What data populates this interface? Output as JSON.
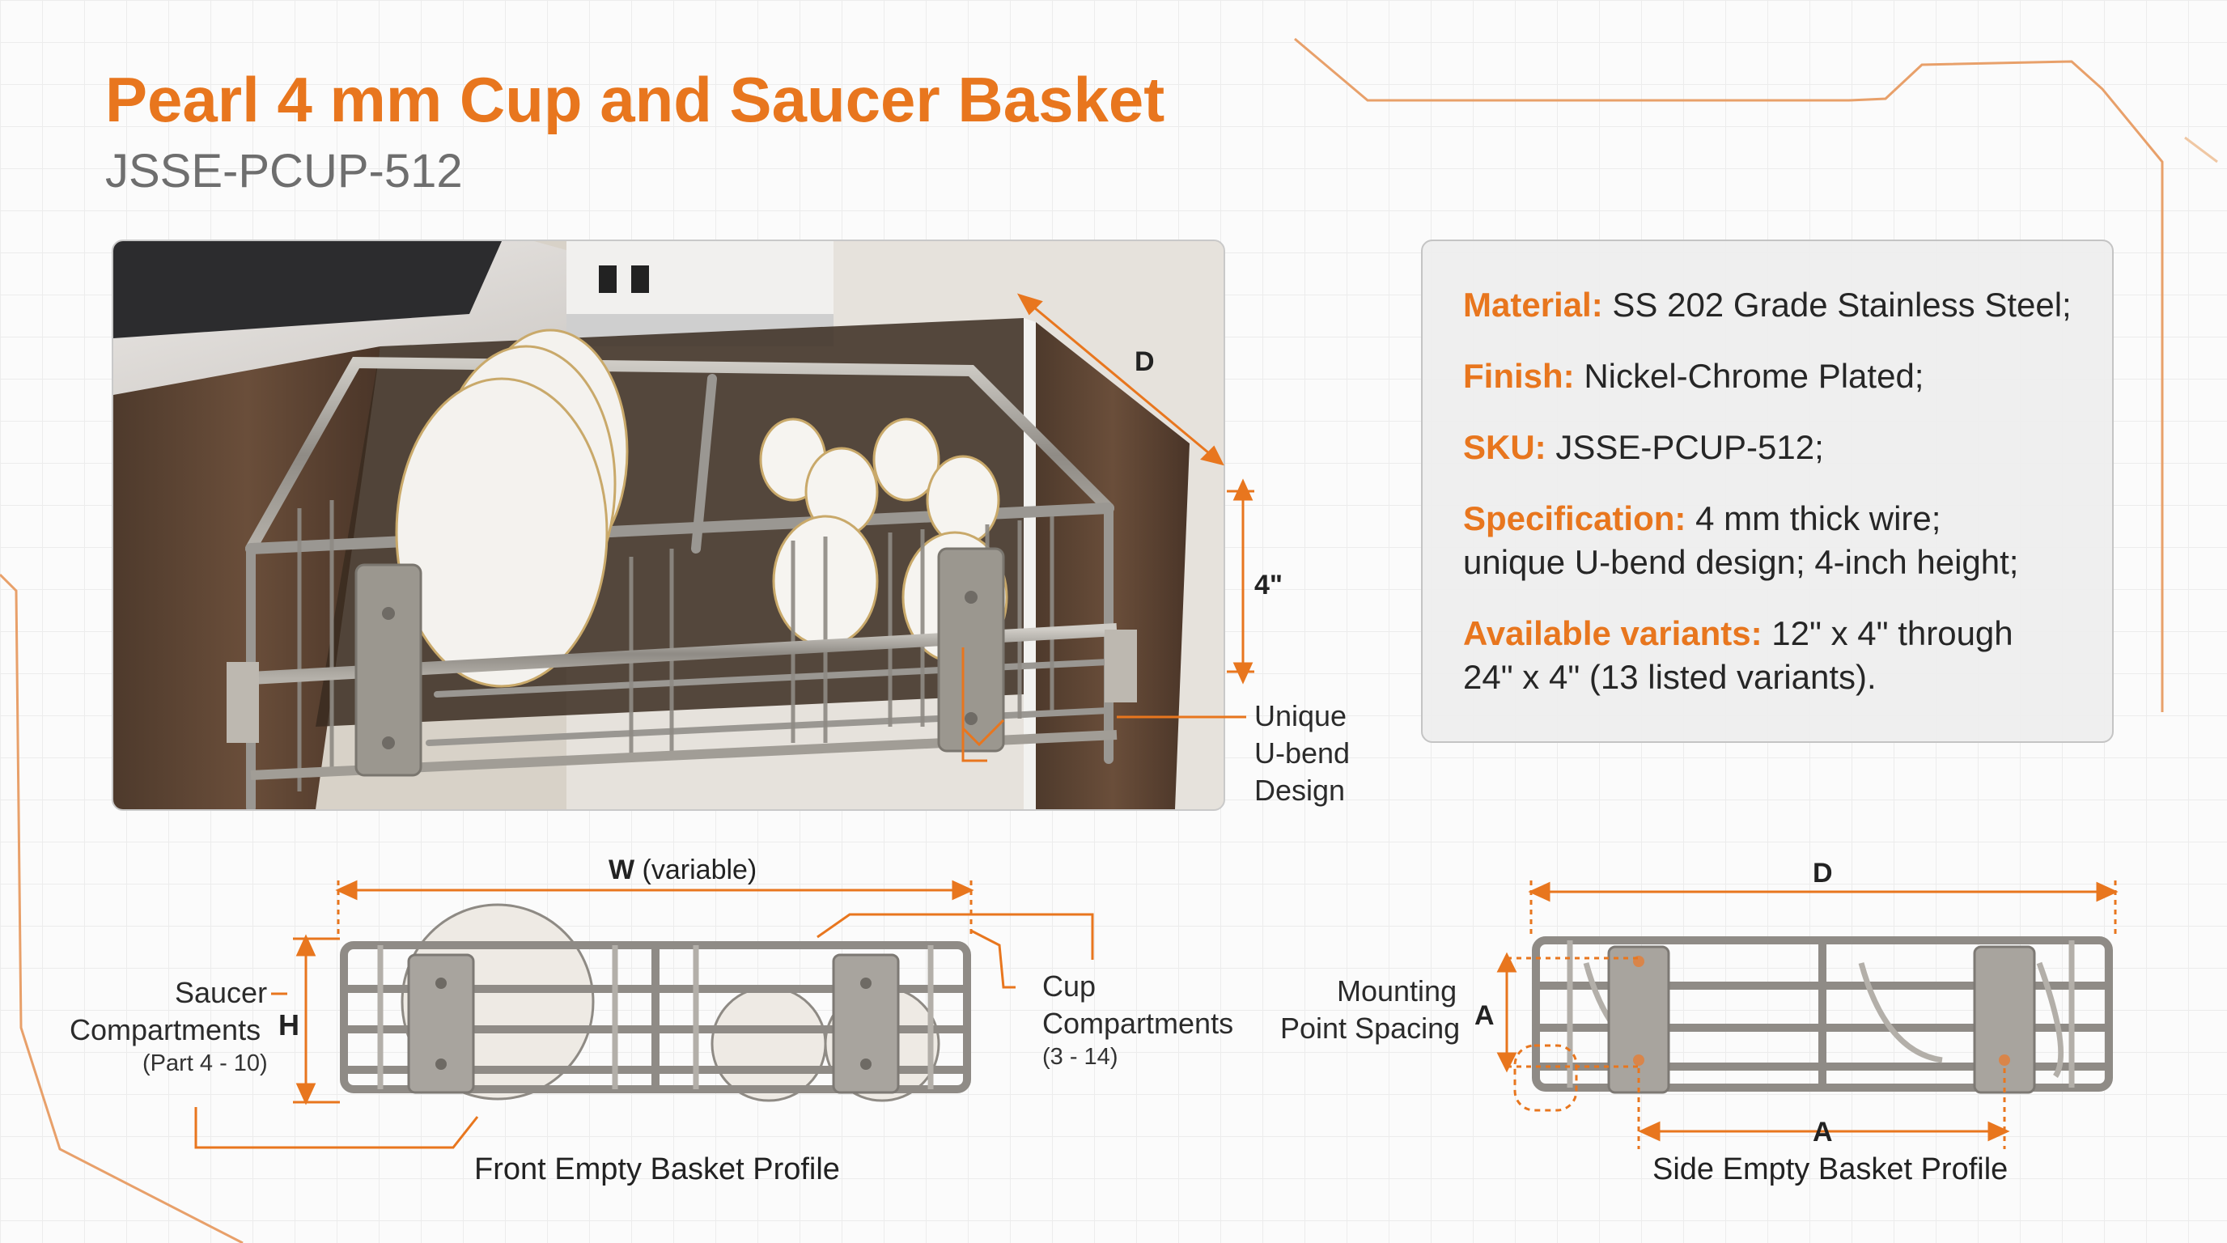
{
  "header": {
    "title": "Pearl 4 mm Cup and Saucer Basket",
    "sku": "JSSE-PCUP-512"
  },
  "colors": {
    "accent": "#e8761e",
    "text": "#2b2b2b",
    "muted": "#6e6e6e",
    "steel": "#9a9792"
  },
  "photo": {
    "dim_depth": "D",
    "dim_height": "4\"",
    "callout": [
      "Unique",
      "U-bend",
      "Design"
    ]
  },
  "specs": [
    {
      "label": "Material:",
      "lines": [
        "SS 202 Grade Stainless Steel;"
      ]
    },
    {
      "label": "Finish:",
      "lines": [
        "Nickel-Chrome Plated;"
      ]
    },
    {
      "label": "SKU:",
      "lines": [
        "JSSE-PCUP-512;"
      ]
    },
    {
      "label": "Specification:",
      "lines": [
        "4 mm thick wire;",
        "unique U-bend design; 4-inch height;"
      ]
    },
    {
      "label": "Available variants:",
      "lines": [
        "12\" x 4\" through",
        "24\" x 4\" (13 listed variants)."
      ]
    }
  ],
  "front_profile": {
    "width_letter": "W",
    "width_note": "(variable)",
    "height_letter": "H",
    "saucer_label": [
      "Saucer",
      "Compartments"
    ],
    "saucer_note": "(Part 4 - 10)",
    "cup_label": [
      "Cup",
      "Compartments"
    ],
    "cup_note": "(3 - 14)",
    "caption": "Front Empty Basket Profile"
  },
  "side_profile": {
    "depth_letter": "D",
    "spacing_letter_left": "A",
    "spacing_letter_bottom": "A",
    "mounting_label": [
      "Mounting",
      "Point Spacing"
    ],
    "caption": "Side Empty Basket Profile"
  }
}
